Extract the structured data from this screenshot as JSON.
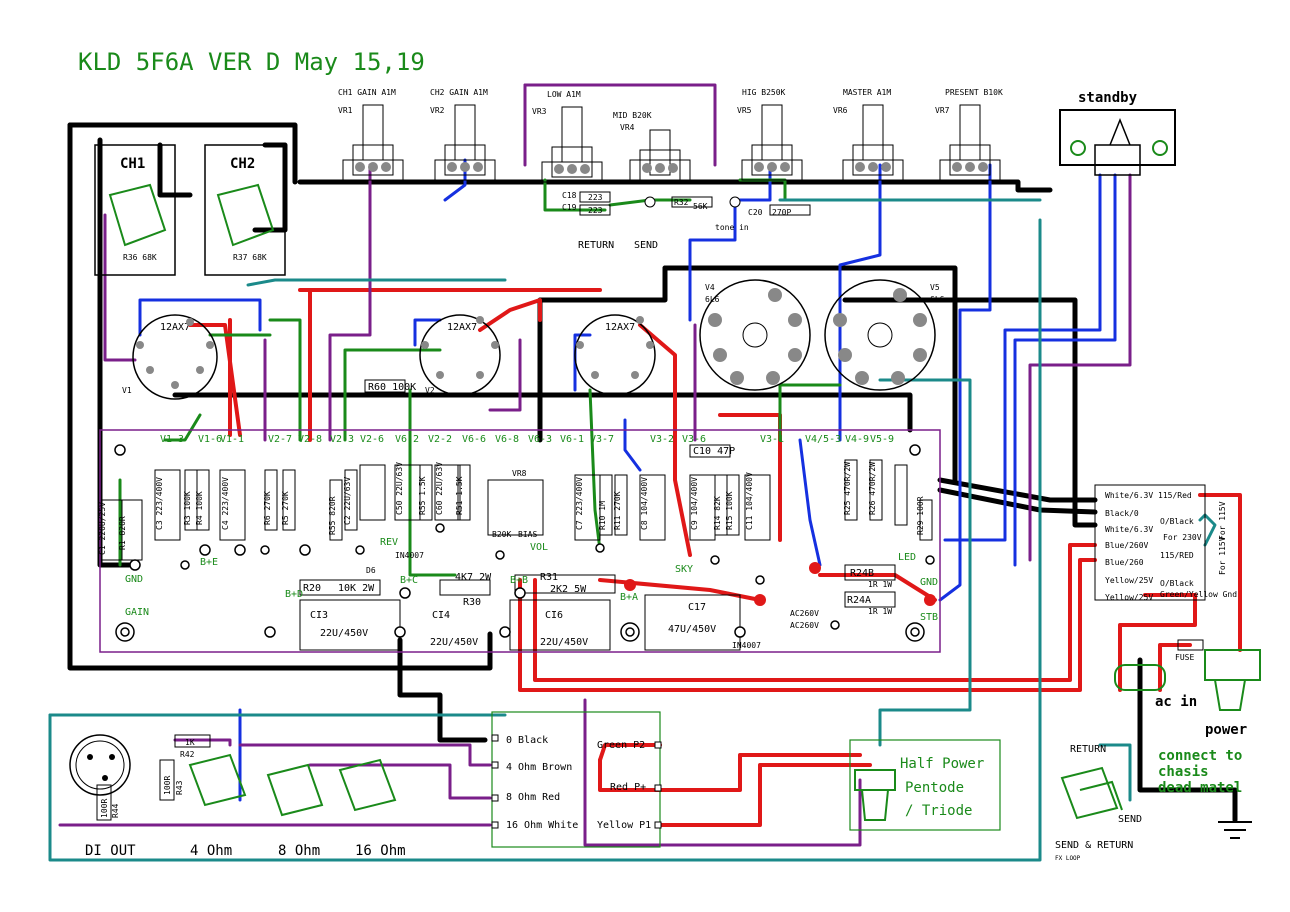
{
  "title": "KLD 5F6A VER D May 15,19",
  "pots": [
    {
      "id": "VR1",
      "name": "CH1 GAIN A1M"
    },
    {
      "id": "VR2",
      "name": "CH2 GAIN  A1M"
    },
    {
      "id": "VR3",
      "name": "LOW A1M"
    },
    {
      "id": "VR4",
      "name": "MID B20K"
    },
    {
      "id": "VR5",
      "name": "HIG B250K"
    },
    {
      "id": "VR6",
      "name": "MASTER A1M"
    },
    {
      "id": "VR7",
      "name": "PRESENT B10K"
    }
  ],
  "inputs": {
    "ch1": "CH1",
    "ch2": "CH2"
  },
  "tubes": [
    {
      "id": "V1",
      "type": "12AX7"
    },
    {
      "id": "V2",
      "type": "12AX7"
    },
    {
      "id": "V3",
      "type": "12AX7"
    },
    {
      "id": "V4",
      "type": "6L6"
    },
    {
      "id": "V5",
      "type": "6L6"
    }
  ],
  "tone_components": {
    "c18": "C18",
    "c18_val": "223",
    "c19": "C19",
    "c19_val": "223",
    "r32": "R32",
    "r32_val": "56K",
    "c20": "C20",
    "c20_val": "270P",
    "tone_in": "tone in",
    "return_label": "RETURN",
    "send_label": "SEND"
  },
  "standby": "standby",
  "board_labels": {
    "r60": "R60 100K",
    "vr8": "VR8",
    "vr8_val": "B20K",
    "bias": "BIAS",
    "c10": "C10 47P",
    "c13": "CI3",
    "c13_val": "22U/450V",
    "c14": "CI4",
    "c14_val": "22U/450V",
    "c16": "CI6",
    "c16_val": "22U/450V",
    "c17": "C17",
    "c17_val": "47U/450V",
    "r20": "R20",
    "r20_val": "10K 2W",
    "r30": "R30",
    "r30_val": "4K7 2W",
    "r31": "R31",
    "r31_val": "2K2 5W",
    "r24a": "R24A",
    "r24b": "R24B",
    "r24_val": "1R 1W",
    "gain": "GAIN",
    "rev": "REV",
    "vol": "VOL",
    "sky": "SKY",
    "gnd": "GND",
    "stb": "STB",
    "d1": "IN4007",
    "d5": "IN4007",
    "d6": "D6",
    "bplus": "B+A",
    "bplusb": "B+B",
    "bplusc": "B+C",
    "bplusd": "B+D",
    "bpluse": "B+E",
    "led": "LED",
    "ac1": "AC260V",
    "ac2": "AC260V"
  },
  "pt": {
    "white1": "White/6.3V",
    "black": "Black/0",
    "white2": "White/6.3V",
    "blue1": "Blue/260V",
    "blue2": "Blue/260",
    "yellow1": "Yellow/25V",
    "yellow2": "Yellow/25V",
    "r115": "115/Red",
    "o_black1": "O/Black",
    "for230": "For 230V",
    "r115b": "115/RED",
    "o_black2": "O/Black",
    "gy": "Green/Yellow Gnd",
    "for115": "For 115V",
    "for115b": "For 115V"
  },
  "power": {
    "ac_in": "ac in",
    "fuse": "FUSE",
    "power": "power",
    "connect": [
      "connect to",
      "chasis",
      "dead matel"
    ]
  },
  "ot": {
    "black": "0 Black",
    "brown": "4 Ohm Brown",
    "red": "8 Ohm Red",
    "white": "16 Ohm White",
    "p2": "Green P2",
    "pplus": "Red P+",
    "p1": "Yellow P1"
  },
  "half_power": [
    "Half Power",
    "Pentode",
    " / Triode"
  ],
  "outputs": {
    "di": "DI OUT",
    "o4": "4 Ohm",
    "o8": "8 Ohm",
    "o16": "16 Ohm",
    "r42": "1K",
    "r42id": "R42",
    "r43": "100R",
    "r43id": "R43",
    "r44": "100R",
    "r44id": "R44"
  },
  "fx": {
    "return": "RETURN",
    "send": "SEND",
    "title": "SEND & RETURN",
    "sub": "FX LOOP"
  },
  "colors": {
    "wire_black": "#000000",
    "wire_red": "#e01818",
    "wire_blue": "#1530e0",
    "wire_purple": "#7a1f8a",
    "wire_green": "#1a8a1a",
    "wire_teal": "#1b8a8a",
    "board_outline": "#7a1f8a",
    "label_green": "#1a8a1a"
  }
}
